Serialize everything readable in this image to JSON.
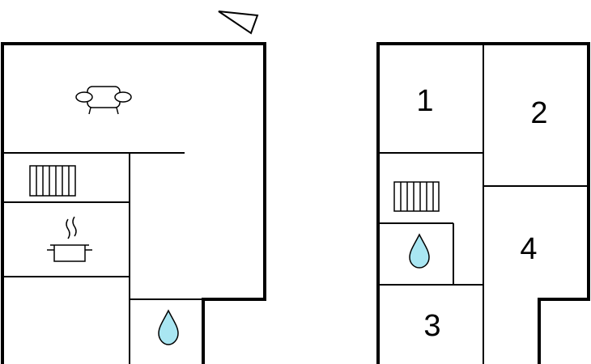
{
  "floor_plan": {
    "north_arrow_icon": "compass-triangle-icon",
    "ground_floor": {
      "icons": [
        "sofa-icon",
        "radiator-icon",
        "cooking-pot-icon",
        "water-drop-icon"
      ]
    },
    "upper_floor": {
      "room_labels": [
        "1",
        "2",
        "3",
        "4"
      ],
      "icons": [
        "radiator-icon",
        "water-drop-icon"
      ]
    },
    "colors": {
      "wall": "#000000",
      "water": "#a9e6f2"
    }
  }
}
